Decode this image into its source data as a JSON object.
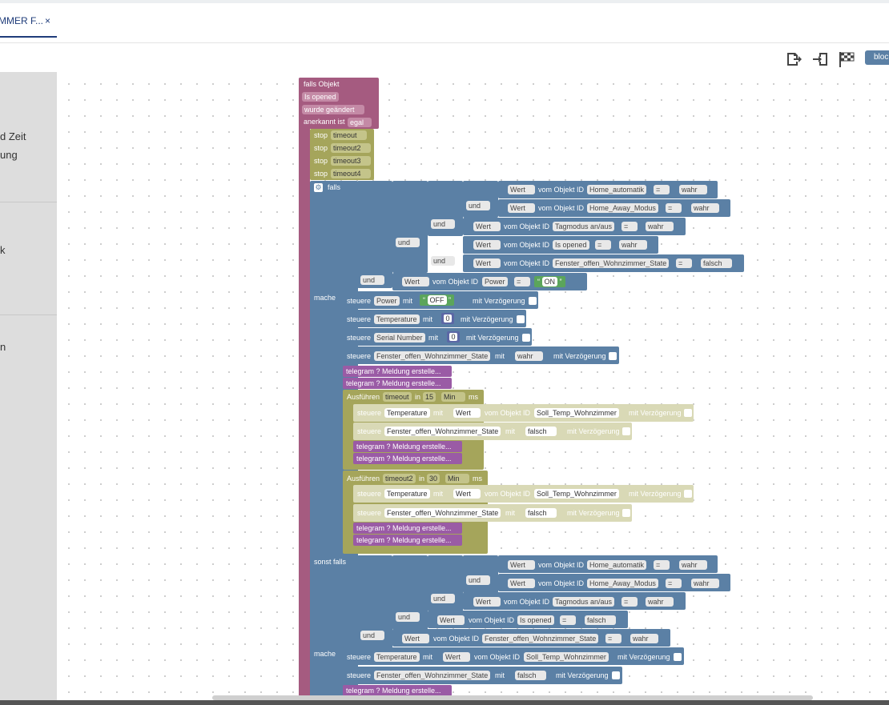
{
  "tab": {
    "label": "MMER F...",
    "close": "×"
  },
  "toolbar": {
    "blocks_label": "bloc"
  },
  "sidebar": {
    "items": [
      "d Zeit",
      "ung",
      "k",
      "n"
    ]
  },
  "trigger": {
    "header": "falls Objekt",
    "object": "Is opened",
    "change": "wurde geändert",
    "ack_label": "anerkannt ist",
    "ack_value": "egal"
  },
  "stops": [
    {
      "label": "stop",
      "timer": "timeout"
    },
    {
      "label": "stop",
      "timer": "timeout2"
    },
    {
      "label": "stop",
      "timer": "timeout3"
    },
    {
      "label": "stop",
      "timer": "timeout4"
    }
  ],
  "labels": {
    "falls": "falls",
    "mache": "mache",
    "sonst_falls": "sonst falls",
    "und": "und",
    "wert": "Wert",
    "vom_objekt_id": "vom Objekt ID",
    "eq": "=",
    "steuere": "steuere",
    "mit": "mit",
    "mit_verzoegerung": "mit Verzögerung",
    "telegram": "telegram ? Meldung erstelle...",
    "ausfuehren": "Ausführen",
    "in": "in",
    "ms": "ms",
    "quote_open": "“",
    "quote_close": "”"
  },
  "cond1": {
    "c1": {
      "obj": "Home_automatik",
      "val": "wahr"
    },
    "c2": {
      "obj": "Home_Away_Modus",
      "val": "wahr"
    },
    "c3": {
      "obj": "Tagmodus an/aus",
      "val": "wahr"
    },
    "c4": {
      "obj": "Is opened",
      "val": "wahr"
    },
    "c5": {
      "obj": "Fenster_offen_Wohnzimmer_State",
      "val": "falsch"
    },
    "c6": {
      "obj": "Power",
      "val": "ON"
    }
  },
  "do1": {
    "power": {
      "obj": "Power",
      "val": "OFF"
    },
    "temperature": {
      "obj": "Temperature",
      "val": "0"
    },
    "serial": {
      "obj": "Serial Number",
      "val": "0"
    },
    "fenster": {
      "obj": "Fenster_offen_Wohnzimmer_State",
      "val": "wahr"
    }
  },
  "timers": [
    {
      "name": "timeout",
      "amount": "15",
      "unit": "Min",
      "temp_obj": "Temperature",
      "temp_src": "Soll_Temp_Wohnzimmer",
      "fenster_obj": "Fenster_offen_Wohnzimmer_State",
      "fenster_val": "falsch"
    },
    {
      "name": "timeout2",
      "amount": "30",
      "unit": "Min",
      "temp_obj": "Temperature",
      "temp_src": "Soll_Temp_Wohnzimmer",
      "fenster_obj": "Fenster_offen_Wohnzimmer_State",
      "fenster_val": "falsch"
    }
  ],
  "cond2": {
    "c1": {
      "obj": "Home_automatik",
      "val": "wahr"
    },
    "c2": {
      "obj": "Home_Away_Modus",
      "val": "wahr"
    },
    "c3": {
      "obj": "Tagmodus an/aus",
      "val": "wahr"
    },
    "c4": {
      "obj": "Is opened",
      "val": "falsch"
    },
    "c5": {
      "obj": "Fenster_offen_Wohnzimmer_State",
      "val": "wahr"
    }
  },
  "do2": {
    "temperature": {
      "obj": "Temperature",
      "src": "Soll_Temp_Wohnzimmer"
    },
    "fenster": {
      "obj": "Fenster_offen_Wohnzimmer_State",
      "val": "falsch"
    }
  },
  "colors": {
    "event": "#a55b80",
    "logic": "#5b80a5",
    "timer": "#a5a55b",
    "telegram": "#9a5ba5",
    "text": "#5ba55b",
    "tab_accent": "#1f3c7a"
  }
}
